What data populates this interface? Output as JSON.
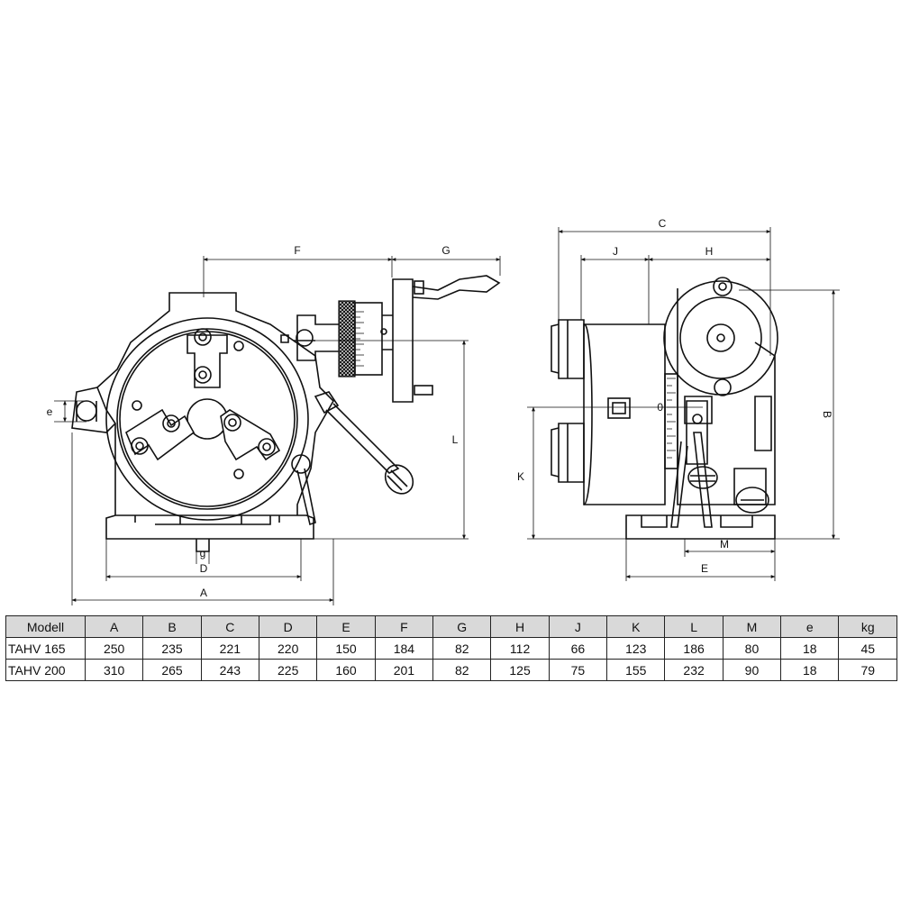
{
  "drawing": {
    "front_view_labels": {
      "F": "F",
      "G": "G",
      "L": "L",
      "e": "e",
      "g": "g",
      "D": "D",
      "A": "A"
    },
    "side_view_labels": {
      "C": "C",
      "J": "J",
      "H": "H",
      "B": "B",
      "K": "K",
      "M": "M",
      "E": "E"
    },
    "handwheel_scale": "0"
  },
  "table": {
    "headers": [
      "Modell",
      "A",
      "B",
      "C",
      "D",
      "E",
      "F",
      "G",
      "H",
      "J",
      "K",
      "L",
      "M",
      "e",
      "kg"
    ],
    "rows": [
      [
        "TAHV 165",
        "250",
        "235",
        "221",
        "220",
        "150",
        "184",
        "82",
        "112",
        "66",
        "123",
        "186",
        "80",
        "18",
        "45"
      ],
      [
        "TAHV 200",
        "310",
        "265",
        "243",
        "225",
        "160",
        "201",
        "82",
        "125",
        "75",
        "155",
        "232",
        "90",
        "18",
        "79"
      ]
    ]
  }
}
